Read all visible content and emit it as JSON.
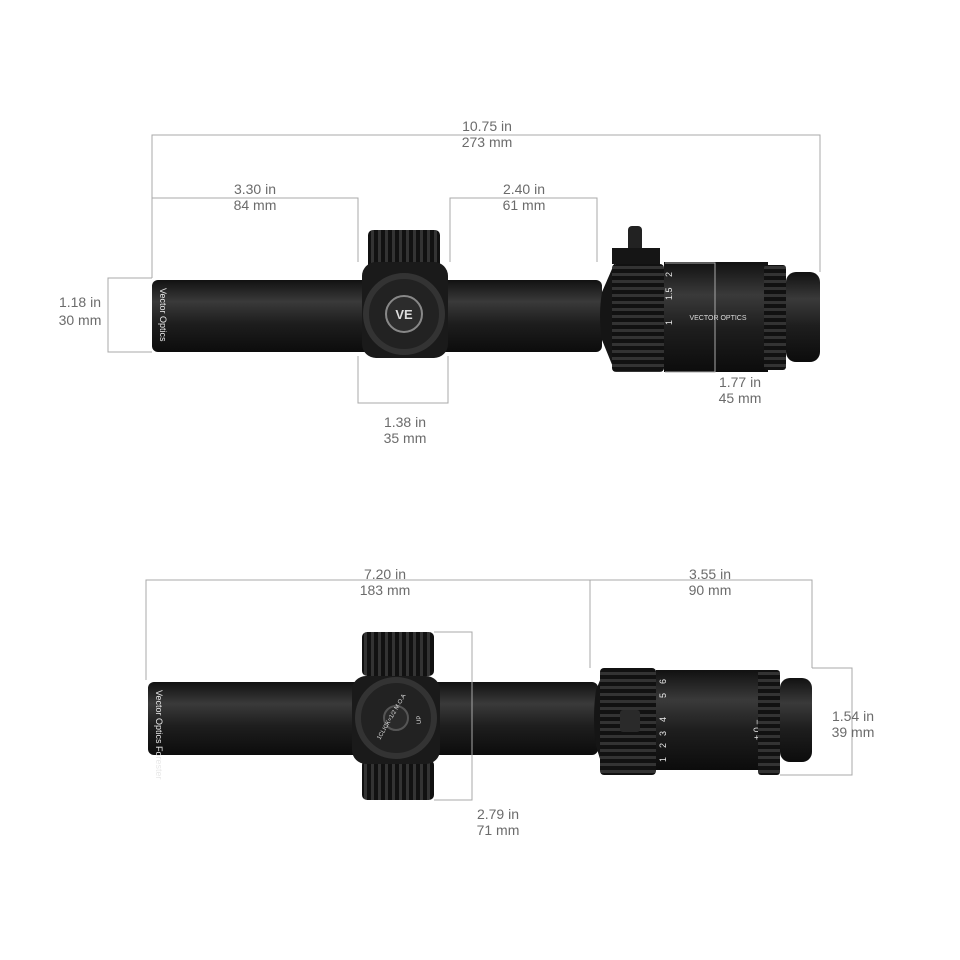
{
  "brand_logo": "VECTOR OPTICS",
  "side_view": {
    "dimensions": {
      "overall_length": {
        "in": "10.75 in",
        "mm": "273 mm"
      },
      "objective_to_turret": {
        "in": "3.30 in",
        "mm": "84 mm"
      },
      "turret_to_power_ring": {
        "in": "2.40 in",
        "mm": "61 mm"
      },
      "tube_diameter": {
        "in": "1.18 in",
        "mm": "30 mm"
      },
      "turret_width": {
        "in": "1.38 in",
        "mm": "35 mm"
      },
      "eyepiece_diameter": {
        "in": "1.77 in",
        "mm": "45 mm"
      }
    },
    "markings": {
      "power": [
        "1",
        "1.5",
        "2"
      ],
      "tube_text": "Vector Optics"
    }
  },
  "top_view": {
    "dimensions": {
      "front_length": {
        "in": "7.20 in",
        "mm": "183 mm"
      },
      "eyepiece_length": {
        "in": "3.55 in",
        "mm": "90 mm"
      },
      "eyepiece_diameter": {
        "in": "1.54 in",
        "mm": "39 mm"
      },
      "turret_height": {
        "in": "2.79 in",
        "mm": "71 mm"
      }
    },
    "markings": {
      "power": [
        "1",
        "2",
        "3",
        "4",
        "5",
        "6"
      ],
      "turret_text": "1CLICK=1/2 M.O.A",
      "up_text": "UP",
      "tube_text": "Vector Optics Forester",
      "diopter": "+ 0 −"
    }
  },
  "colors": {
    "scope_body": "#1c1c1c",
    "dimension_line": "#a8a8a8",
    "label": "#6b6b6b"
  }
}
